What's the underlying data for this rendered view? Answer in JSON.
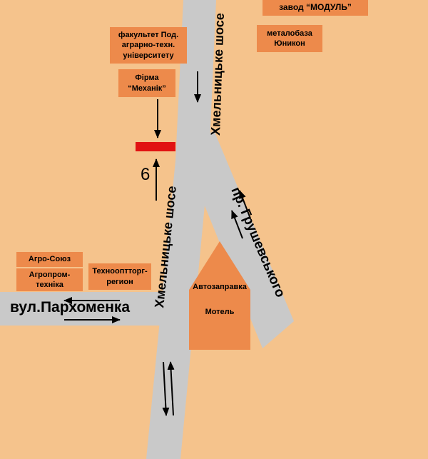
{
  "map": {
    "colors": {
      "background": "#F5C38C",
      "road": "#C9C9C9",
      "building": "#ED8A4B",
      "marker": "#E11212"
    },
    "roads": {
      "khmelnytske_top_label": "Хмельницьке шосе",
      "khmelnytske_mid_label": "Хмельницьке шосе",
      "hrushevskoho_label": "пр. Грушевського",
      "parkhomenka_label": "вул.Пархоменка"
    },
    "places": {
      "modul": "завод “МОДУЛЬ”",
      "metalobaza_line1": "металобаза",
      "metalobaza_line2": "Юникон",
      "fakultet_line1": "факультет Под.",
      "fakultet_line2": "аграрно-техн.",
      "fakultet_line3": "університету",
      "firma_line1": "Фірма",
      "firma_line2": "“Механік”",
      "agrosoyuz": "Агро-Союз",
      "agroprom_line1": "Агропром-",
      "agroprom_line2": "техніка",
      "tehnoopttorg_line1": "Технооптторг-",
      "tehnoopttorg_line2": "регион",
      "gas_line1": "Автозаправка",
      "gas_line2": "Мотель"
    },
    "marker": {
      "number": "6"
    }
  }
}
